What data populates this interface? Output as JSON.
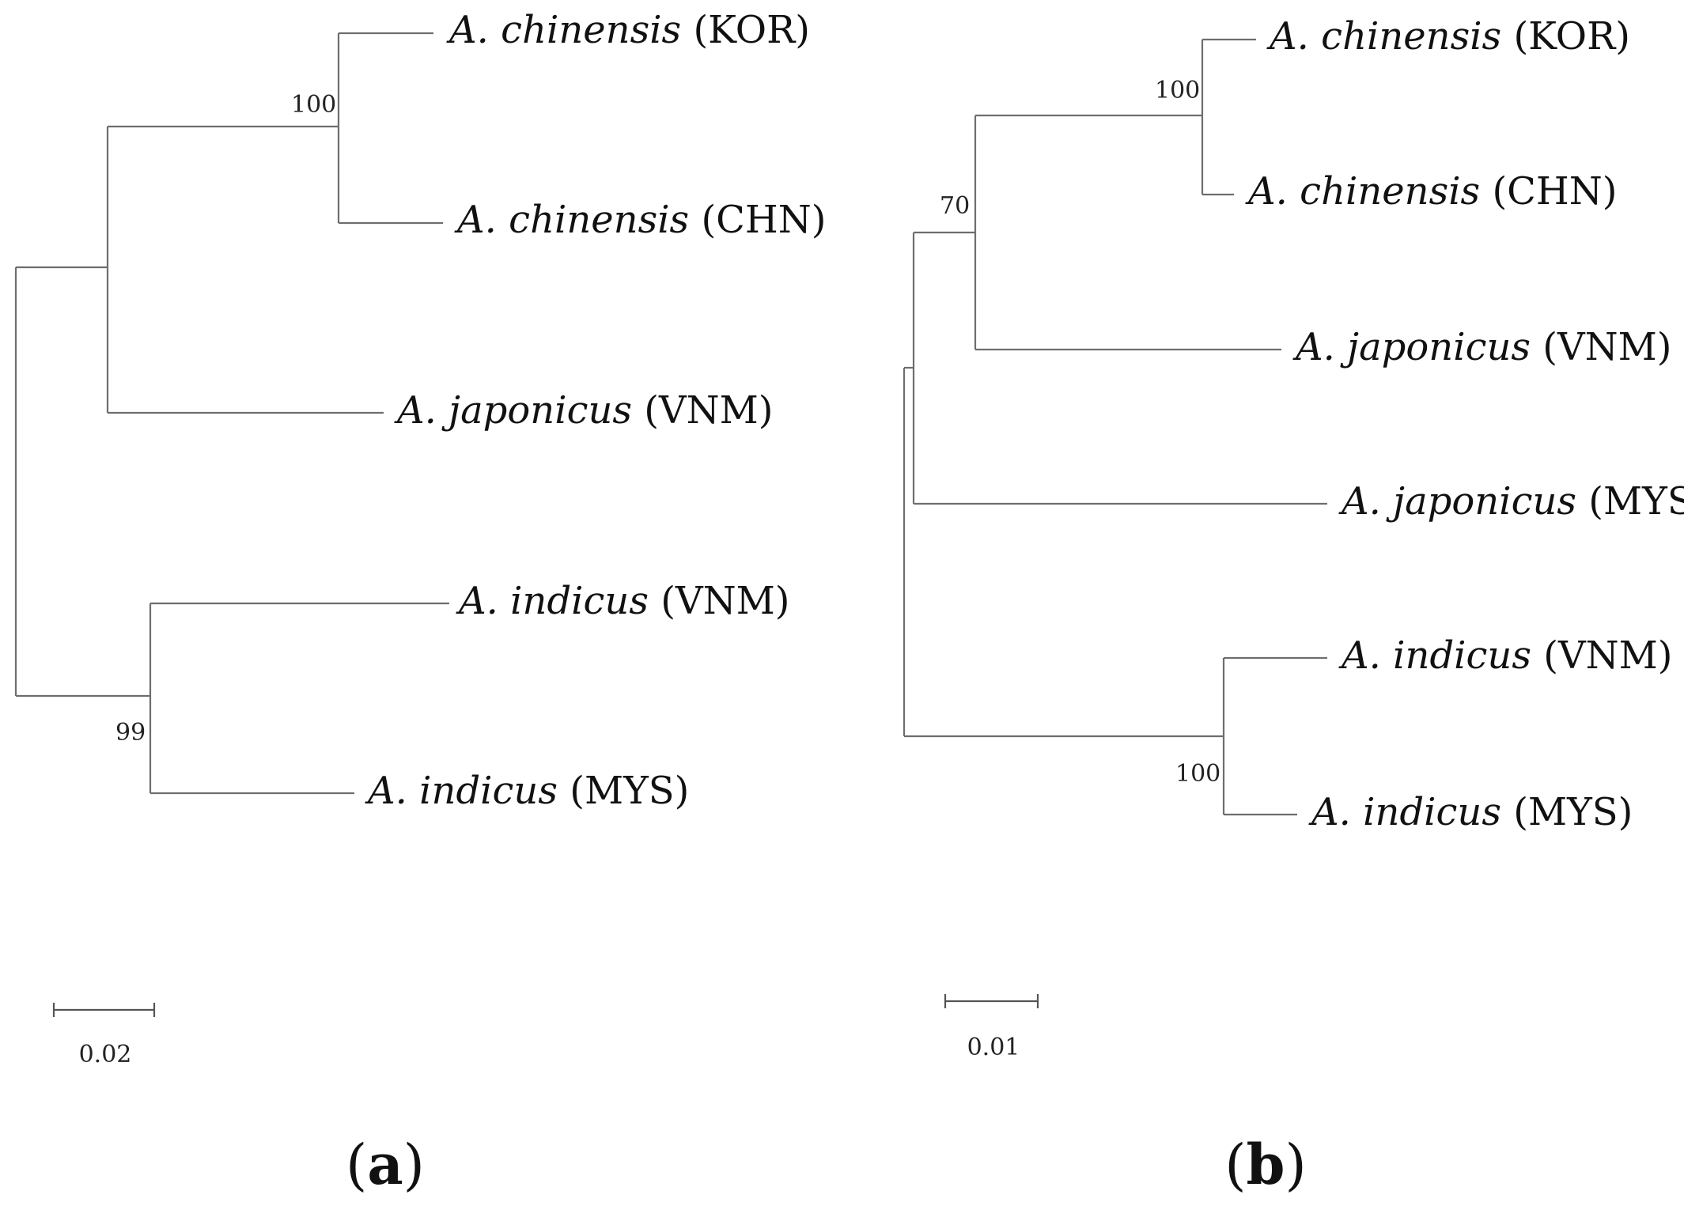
{
  "panels": {
    "a": {
      "label": "a",
      "taxa": [
        {
          "genus": "A. chinensis",
          "region": "(KOR)"
        },
        {
          "genus": "A. chinensis",
          "region": "(CHN)"
        },
        {
          "genus": "A. japonicus",
          "region": "(VNM)"
        },
        {
          "genus": "A. indicus",
          "region": "(VNM)"
        },
        {
          "genus": "A. indicus",
          "region": "(MYS)"
        }
      ],
      "support": [
        "100",
        "99"
      ],
      "scale_label": "0.02"
    },
    "b": {
      "label": "b",
      "taxa": [
        {
          "genus": "A. chinensis",
          "region": "(KOR)"
        },
        {
          "genus": "A. chinensis",
          "region": "(CHN)"
        },
        {
          "genus": "A. japonicus",
          "region": "(VNM)"
        },
        {
          "genus": "A. japonicus",
          "region": "(MYS)"
        },
        {
          "genus": "A. indicus",
          "region": "(VNM)"
        },
        {
          "genus": "A. indicus",
          "region": "(MYS)"
        }
      ],
      "support": [
        "100",
        "70",
        "100"
      ],
      "scale_label": "0.01"
    }
  }
}
